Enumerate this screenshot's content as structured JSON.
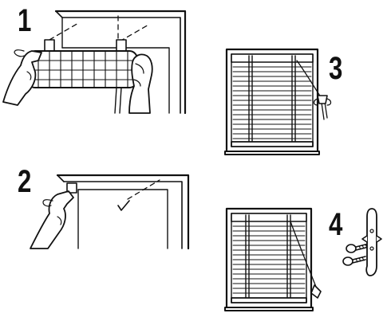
{
  "steps": [
    {
      "number": "1",
      "subject": "roll-blind-bracket-mounting"
    },
    {
      "number": "2",
      "subject": "bracket-position-marking"
    },
    {
      "number": "3",
      "subject": "mounted-venetian-blind-with-cord-cleat"
    },
    {
      "number": "4",
      "subject": "blind-and-cord-cleat-screws"
    }
  ],
  "colors": {
    "ink": "#111111",
    "paper": "#ffffff"
  },
  "icons": [
    "hand-icon",
    "screw-icon",
    "cord-cleat-icon",
    "pencil-mark-icon"
  ]
}
